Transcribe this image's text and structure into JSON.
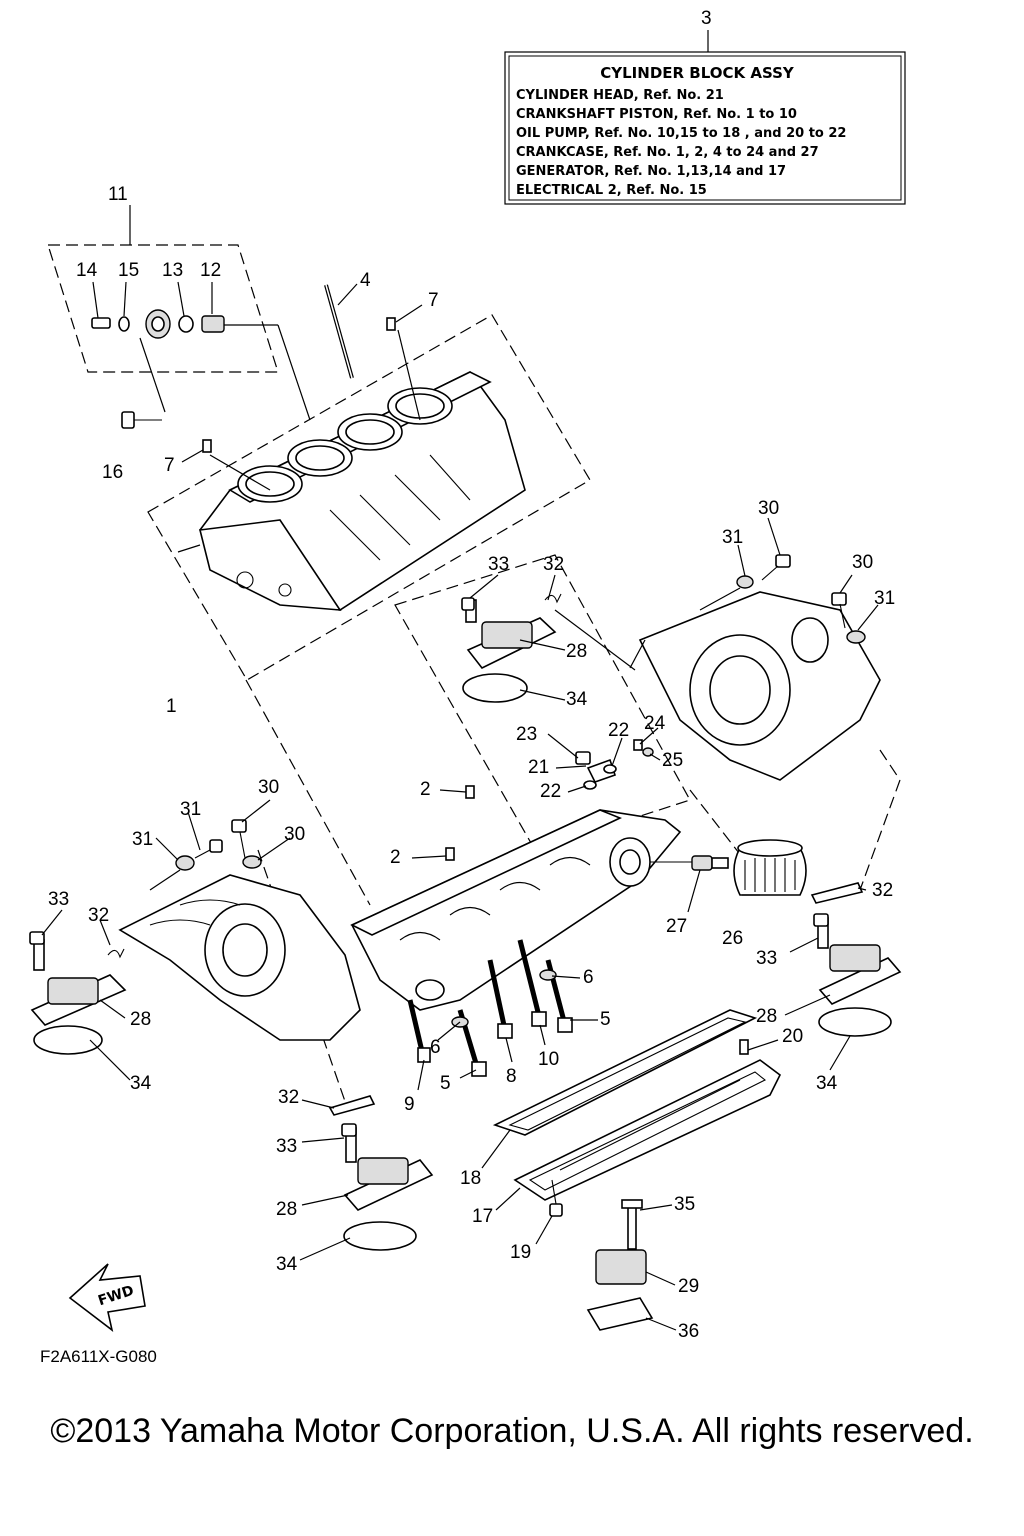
{
  "assy_box": {
    "callout": "3",
    "title": "CYLINDER BLOCK ASSY",
    "lines": [
      "CYLINDER HEAD,  Ref. No. 21",
      "CRANKSHAFT PISTON, Ref. No. 1 to 10",
      "OIL PUMP,  Ref. No. 10,15 to 18 , and 20 to 22",
      "CRANKCASE,   Ref. No. 1, 2, 4 to 24 and 27",
      "GENERATOR,   Ref. No. 1,13,14 and 17",
      "ELECTRICAL 2, Ref. No. 15"
    ]
  },
  "callouts": [
    "11",
    "14",
    "15",
    "13",
    "12",
    "4",
    "7",
    "16",
    "7",
    "1",
    "30",
    "31",
    "30",
    "31",
    "33",
    "32",
    "28",
    "34",
    "23",
    "22",
    "24",
    "21",
    "25",
    "22",
    "2",
    "2",
    "30",
    "31",
    "30",
    "31",
    "33",
    "32",
    "28",
    "34",
    "6",
    "6",
    "5",
    "5",
    "8",
    "9",
    "10",
    "27",
    "26",
    "32",
    "33",
    "28",
    "20",
    "34",
    "32",
    "33",
    "28",
    "34",
    "18",
    "17",
    "19",
    "35",
    "29",
    "36"
  ],
  "fwd_label": "FWD",
  "figure_code": "F2A611X-G080",
  "copyright": "©2013 Yamaha Motor Corporation, U.S.A. All rights reserved."
}
